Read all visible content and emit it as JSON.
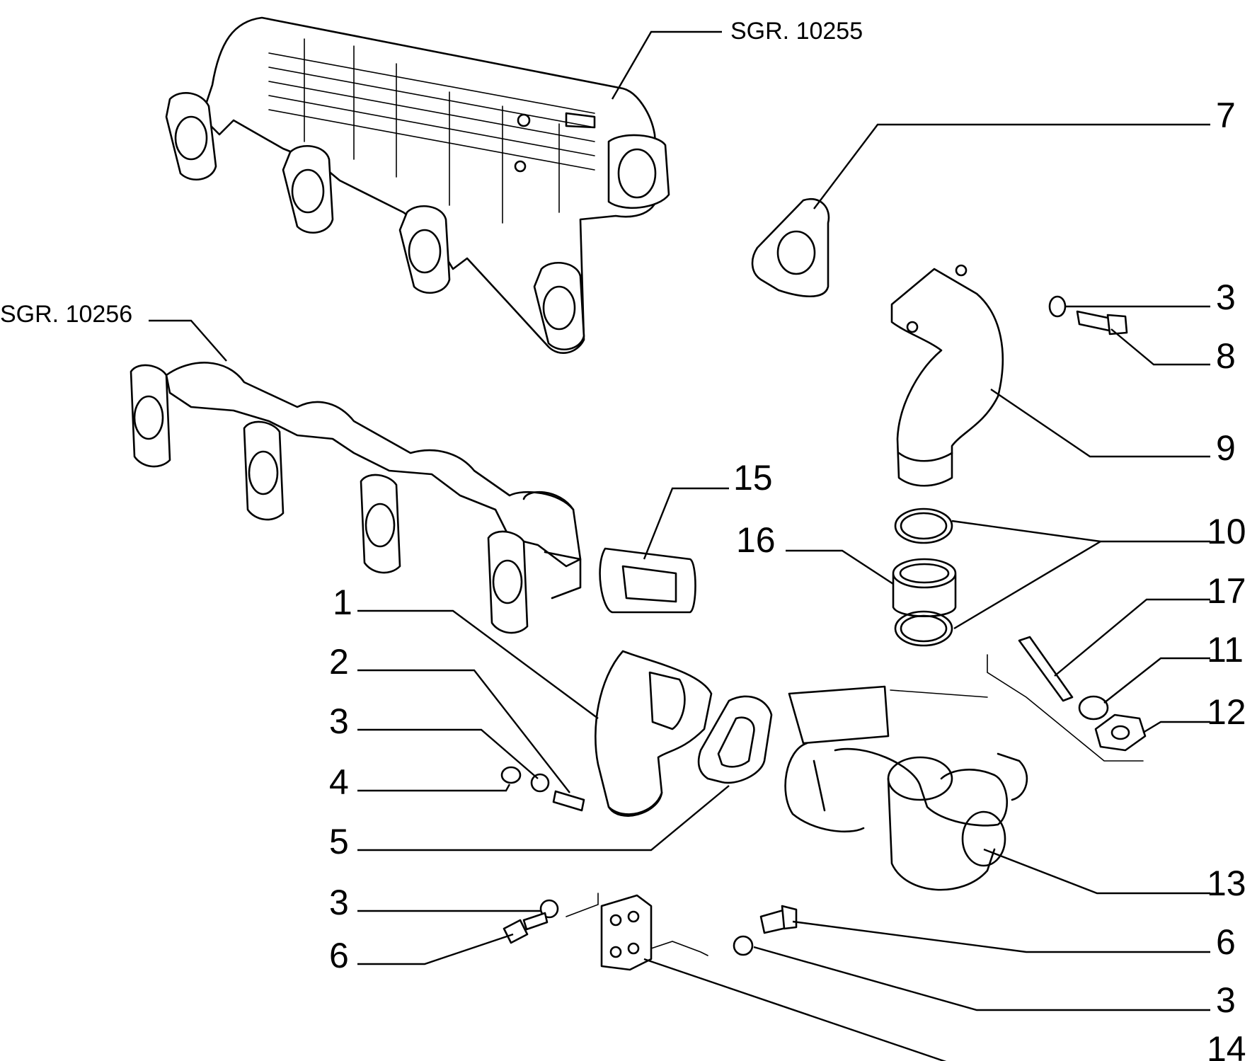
{
  "references": {
    "upper_manifold": "SGR. 10255",
    "lower_manifold": "SGR. 10256"
  },
  "callouts": {
    "r7": "7",
    "r3a": "3",
    "r8": "8",
    "r9": "9",
    "r10": "10",
    "r17": "17",
    "r11": "11",
    "r12": "12",
    "r13": "13",
    "r6b": "6",
    "r3d": "3",
    "r14": "14",
    "r15": "15",
    "r16": "16",
    "l1": "1",
    "l2": "2",
    "l3b": "3",
    "l4": "4",
    "l5": "5",
    "l3c": "3",
    "l6": "6"
  }
}
